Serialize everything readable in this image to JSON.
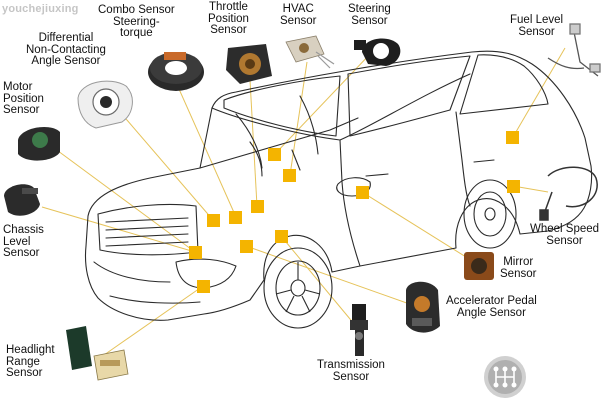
{
  "watermark": "youchejiuxing",
  "colors": {
    "marker": "#f4b400",
    "leader": "#e6c35a",
    "outline": "#2b2b2b"
  },
  "labels": {
    "combo": "Combo Sensor\nSteering-\ntorque",
    "throttle": "Throttle\nPosition\nSensor",
    "hvac": "HVAC\nSensor",
    "steering": "Steering\nSensor",
    "fuel_level": "Fuel Level\nSensor",
    "differential": "Differential\nNon-Contacting\nAngle Sensor",
    "motor": "Motor\nPosition\nSensor",
    "chassis": "Chassis\nLevel\nSensor",
    "wheel_speed": "Wheel Speed\nSensor",
    "mirror": "Mirror\nSensor",
    "accelerator": "Accelerator Pedal\nAngle Sensor",
    "headlight": "Headlight\nRange\nSensor",
    "transmission": "Transmission\nSensor"
  }
}
